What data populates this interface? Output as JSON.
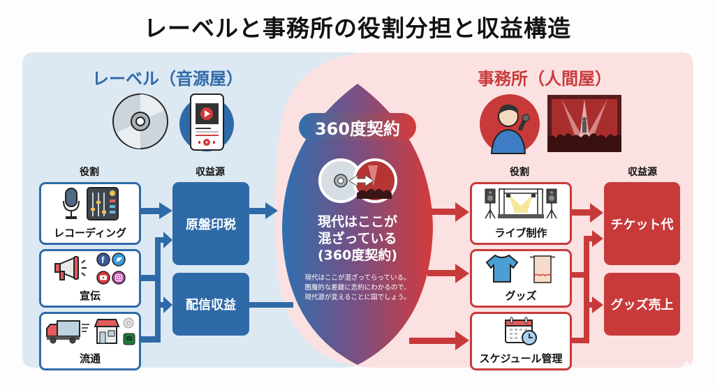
{
  "title": "レーベルと事務所の役割分担と収益構造",
  "colors": {
    "label_blue": "#2e6aa8",
    "office_red": "#c83a3a",
    "label_bg": "#dce9f3",
    "office_bg": "#fbe1e1"
  },
  "label": {
    "title": "レーベル（音源屋）",
    "header_icons": [
      "cd-icon",
      "smartphone-music-player-icon"
    ],
    "roles_header": "役割",
    "revenue_header": "収益源",
    "roles": [
      {
        "label": "レコーディング",
        "icons": [
          "microphone-icon",
          "mixer-icon"
        ]
      },
      {
        "label": "宣伝",
        "icons": [
          "megaphone-icon",
          "facebook-icon",
          "twitter-icon",
          "youtube-icon",
          "instagram-icon"
        ]
      },
      {
        "label": "流通",
        "icons": [
          "delivery-truck-icon",
          "store-icon",
          "cd-icon",
          "spotify-icon"
        ]
      }
    ],
    "revenues": [
      {
        "label": "原盤印税"
      },
      {
        "label": "配信収益"
      }
    ]
  },
  "center": {
    "pill": "360度契約",
    "icons": [
      "cd-icon",
      "bidirectional-arrow-icon",
      "concert-icon"
    ],
    "main_lines": [
      "現代はここが",
      "混ざっている",
      "(360度契約)"
    ],
    "sub_lines": [
      "現代はここが混ざってらっている。",
      "圏魔的な差鍵に恋約にわかるので、",
      "現代源が変えることに国でしょう。"
    ]
  },
  "office": {
    "title": "事務所（人間屋）",
    "header_icons": [
      "singer-icon",
      "concert-stage-icon"
    ],
    "roles_header": "役割",
    "revenue_header": "収益源",
    "roles": [
      {
        "label": "ライブ制作",
        "icons": [
          "speaker-icon",
          "stage-truss-icon",
          "speaker-icon"
        ]
      },
      {
        "label": "グッズ",
        "icons": [
          "t-shirt-icon",
          "towel-icon"
        ]
      },
      {
        "label": "スケジュール管理",
        "icons": [
          "calendar-clock-icon"
        ]
      }
    ],
    "revenues": [
      {
        "label": "チケット代"
      },
      {
        "label": "グッズ売上"
      }
    ]
  }
}
